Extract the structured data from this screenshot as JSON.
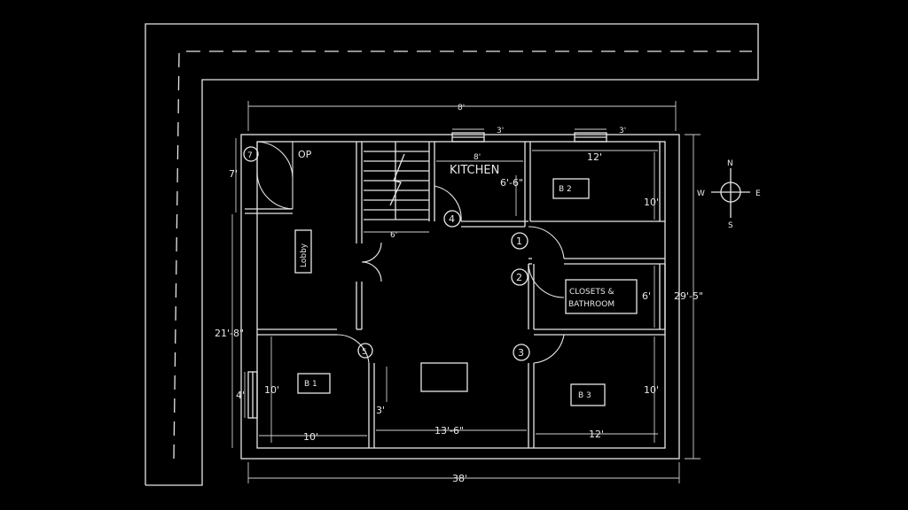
{
  "plan": {
    "rooms": {
      "op": "OP",
      "kitchen": "KITCHEN",
      "lobby": "Lobby",
      "b2": "B 2",
      "b1": "B 1",
      "b3": "B 3",
      "closets_line1": "CLOSETS &",
      "closets_line2": "BATHROOM"
    },
    "dimensions": {
      "top_overall": "8'",
      "win_left": "3'",
      "win_right": "3'",
      "kitchen_width": "8'",
      "kitchen_depth": "6'-6\"",
      "b2_width": "12'",
      "b2_depth": "10'",
      "op_depth": "7'",
      "stair_width": "6'",
      "right_overall": "29'-5\"",
      "closet_depth": "6'",
      "left_overall": "21'-8\"",
      "b1_window": "4'",
      "b1_depth": "10'",
      "b1_width": "10'",
      "hall_width": "13'-6\"",
      "hall_small": "3'",
      "b3_width": "12'",
      "b3_depth": "10'",
      "bottom_overall": "38'"
    },
    "doors": [
      "1",
      "2",
      "3",
      "4",
      "5",
      "7"
    ],
    "compass": {
      "n": "N",
      "s": "S",
      "e": "E",
      "w": "W"
    }
  }
}
